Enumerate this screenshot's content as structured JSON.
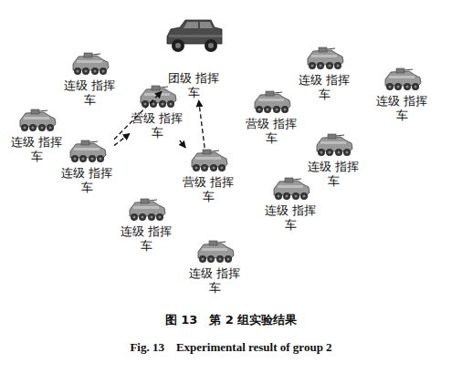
{
  "diagram": {
    "caption": "图 13　第 2 组实验结果",
    "nodes": [
      {
        "text": [
          "团级 指挥车"
        ]
      },
      {
        "text": [
          "连级 指挥车"
        ]
      },
      {
        "text": [
          "连级 指挥车"
        ]
      },
      {
        "text": [
          "连级 指挥车"
        ]
      },
      {
        "text": [
          "营级 指挥车"
        ]
      },
      {
        "text": [
          "连级 指挥车"
        ]
      },
      {
        "text": [
          "营级 指挥车"
        ]
      },
      {
        "text": [
          "连级 指挥车"
        ]
      },
      {
        "text": [
          "连级 指挥车"
        ]
      },
      {
        "text": [
          "营级 指挥车"
        ]
      },
      {
        "text": [
          "连级 指挥车"
        ]
      },
      {
        "text": [
          "连级 指挥车"
        ]
      },
      {
        "text": [
          "连级 指挥车"
        ]
      }
    ],
    "edges": [
      {
        "from": 7,
        "to": 0,
        "arrow": "to"
      },
      {
        "from": 7,
        "to": 4,
        "arrow": "to"
      },
      {
        "from": 4,
        "to": 9,
        "arrow": "to"
      },
      {
        "from": 9,
        "to": 0,
        "arrow": "to"
      }
    ],
    "labels": [
      "Fig. 13　Experimental result of group 2"
    ]
  }
}
